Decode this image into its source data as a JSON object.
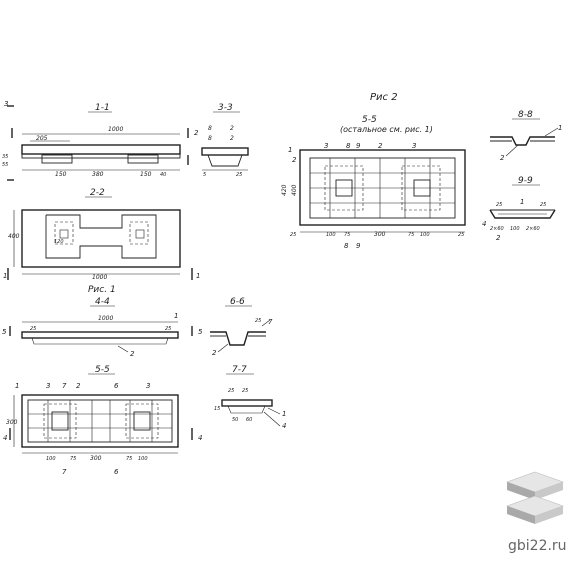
{
  "titles": {
    "fig1": "Рис. 1",
    "fig2": "Рис 2",
    "fig2_note": "(остальное см. рис. 1)",
    "s11": "1-1",
    "s22": "2-2",
    "s33": "3-3",
    "s44": "4-4",
    "s55a": "5-5",
    "s55b": "5-5",
    "s66": "6-6",
    "s77": "7-7",
    "s88": "8-8",
    "s99": "9-9"
  },
  "dims": {
    "d1000a": "1000",
    "d1000b": "1000",
    "d1000c": "1000",
    "d205": "205",
    "d150a": "150",
    "d150b": "150",
    "d380": "380",
    "d35": "35",
    "d55": "55",
    "d40": "40",
    "d400": "400",
    "d420": "420",
    "d300a": "300",
    "d300b": "300",
    "d300c": "300",
    "d100a": "100",
    "d100b": "100",
    "d100c": "100",
    "d100d": "100",
    "d75a": "75",
    "d75b": "75",
    "d75c": "75",
    "d75d": "75",
    "d25a": "25",
    "d25b": "25",
    "d25c": "25",
    "d25d": "25",
    "d25e": "25",
    "d25f": "25",
    "d25g": "25",
    "d15": "15",
    "d50": "50",
    "d60": "60",
    "d2x60a": "2×60",
    "d2x60b": "2×60",
    "d100e": "100",
    "d120": "120",
    "d8a": "8",
    "d2a": "2",
    "d8b": "8",
    "d2b": "2",
    "d5": "5",
    "d25h": "25"
  },
  "marks": {
    "m1a": "1",
    "m2a": "2",
    "m3a": "3",
    "m4a": "4",
    "m5a": "5",
    "m6a": "6",
    "m7a": "7",
    "m8a": "8",
    "m9a": "9",
    "m1b": "1",
    "m2b": "2",
    "m3b": "3",
    "m4b": "4",
    "m5b": "5",
    "m6b": "6",
    "m7b": "7",
    "m1c": "1",
    "m2c": "2",
    "m3c": "3",
    "m4c": "4",
    "m8b": "8",
    "m9b": "9"
  },
  "watermark": "gbi22.ru",
  "logo_icon": "stacked-slabs-icon"
}
